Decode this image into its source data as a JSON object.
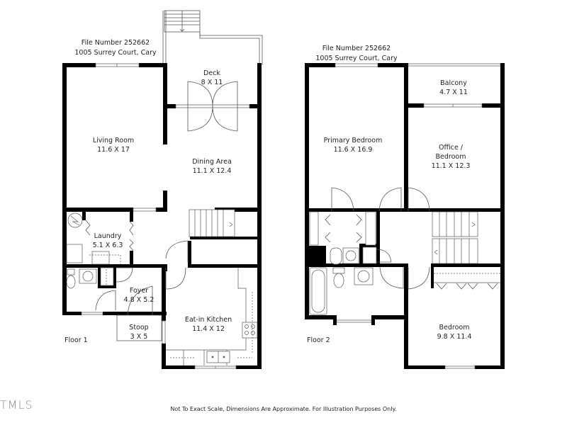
{
  "header": {
    "floor1": {
      "file_number": "File Number 252662",
      "address": "1005 Surrey Court, Cary"
    },
    "floor2": {
      "file_number": "File Number 252662",
      "address": "1005 Surrey Court, Cary"
    }
  },
  "floors": [
    {
      "label": "Floor 1",
      "rooms": [
        {
          "name": "Deck",
          "dims": "8 X 11"
        },
        {
          "name": "Living Room",
          "dims": "11.6 X 17"
        },
        {
          "name": "Dining Area",
          "dims": "11.1 X 12.4"
        },
        {
          "name": "Laundry",
          "dims": "5.1 X 6.3"
        },
        {
          "name": "Foyer",
          "dims": "4.8 X 5.2"
        },
        {
          "name": "Stoop",
          "dims": "3 X 5"
        },
        {
          "name": "Eat-in Kitchen",
          "dims": "11.4 X 12"
        }
      ]
    },
    {
      "label": "Floor 2",
      "rooms": [
        {
          "name": "Balcony",
          "dims": "4.7 X 11"
        },
        {
          "name": "Primary Bedroom",
          "dims": "11.6 X 16.9"
        },
        {
          "name": "Office /",
          "name2": "Bedroom",
          "dims": "11.1 X 12.3"
        },
        {
          "name": "Bedroom",
          "dims": "9.8 X 11.4"
        }
      ]
    }
  ],
  "footer": {
    "disclaimer": "Not To Exact Scale, Dimensions Are Approximate. For Illustration Purposes Only."
  },
  "logo": {
    "text": "TMLS"
  },
  "colors": {
    "wall": "#000000",
    "fixture_line": "#555555",
    "background": "#ffffff"
  }
}
